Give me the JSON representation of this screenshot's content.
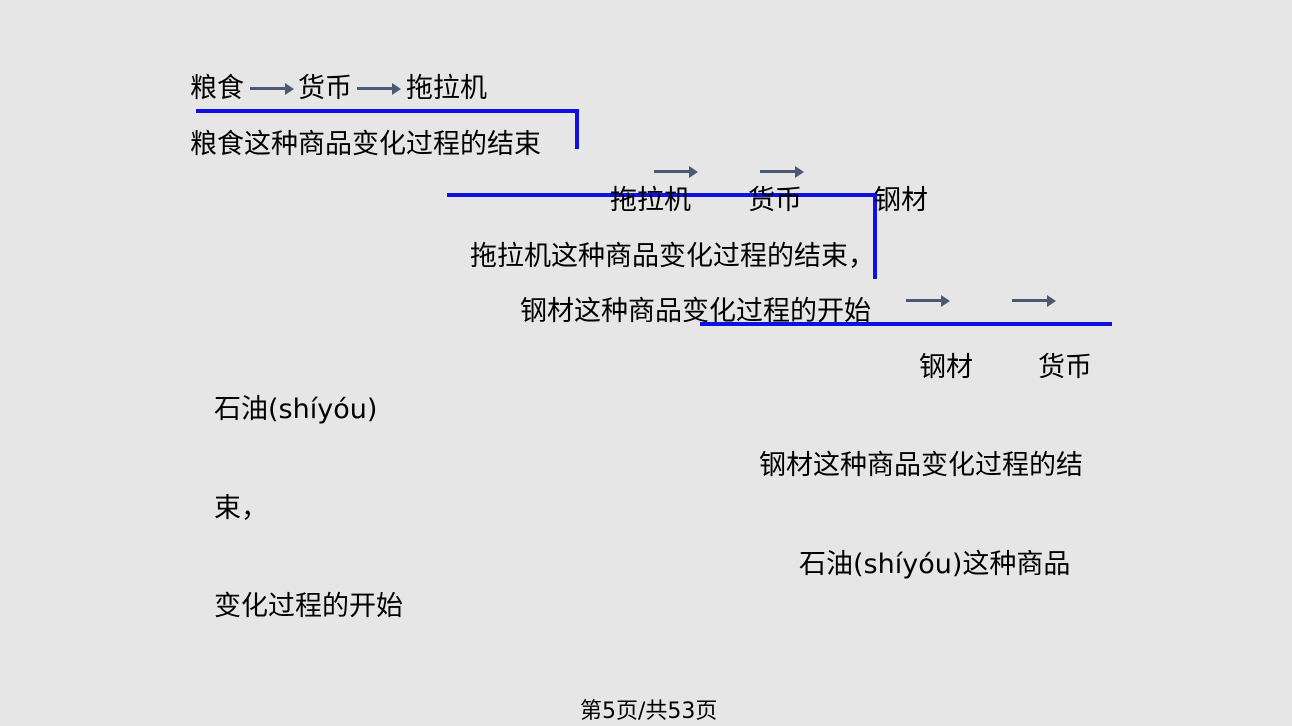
{
  "row1": {
    "item1": "粮食",
    "item2": "货币",
    "item3": "拖拉机"
  },
  "end1": "粮食这种商品变化过程的结束",
  "row2": {
    "item1": "拖拉机",
    "item2": "货币",
    "item3": "钢材"
  },
  "end2": "拖拉机这种商品变化过程的结束，",
  "start2": "钢材这种商品变化过程的开始",
  "row3": {
    "item1": "钢材",
    "item2": "货币",
    "item3": "石油(shíyóu)"
  },
  "end3_part1": "钢材这种商品变化过程的结",
  "end3_part2": "束，",
  "start3_part1": "石油(shíyóu)这种商品",
  "start3_part2": "变化过程的开始",
  "footer": "第5页/共53页",
  "colors": {
    "background": "#e6e6e6",
    "arrow": "#4a5a72",
    "bracket_line": "#1010e0"
  }
}
